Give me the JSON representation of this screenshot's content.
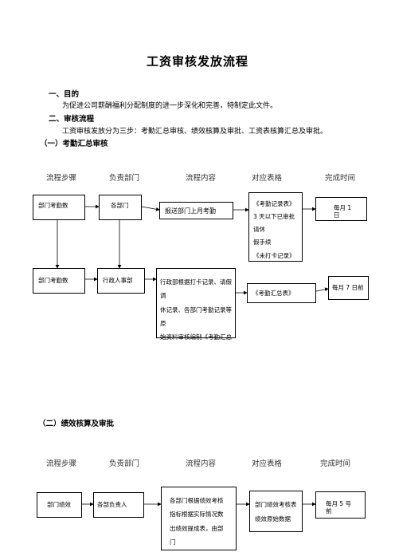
{
  "title": "工资审核发放流程",
  "sections": {
    "purpose_heading": "一、目的",
    "purpose_text": "为促进公司薪酬福利分配制度的进一步深化和完善，特制定此文件。",
    "process_heading": "二、审核流程",
    "process_text": "工资审核发放分为三步：考勤汇总审核、绩效核算及审批、工资表核算汇总及审批。",
    "sub1_heading": "（一）考勤汇总审核",
    "sub2_heading": "（二）绩效核算及审批"
  },
  "columns": [
    "流程步骤",
    "负责部门",
    "流程内容",
    "对应表格",
    "完成时间"
  ],
  "flow1": {
    "row1": {
      "step": "部门考勤数",
      "dept": "各部门",
      "content": "报送部门上月考勤",
      "forms": [
        "《考勤记录表》",
        "3 天以下已审批请休",
        "假手续",
        "《未打卡记录》"
      ],
      "time": "每月 1 日"
    },
    "row2": {
      "step": "部门考勤数",
      "dept": "行政人事部",
      "content": [
        "行政部根据打卡记录、请假调",
        "休记录、各部门考勤记录等原",
        "始资料审核编制《考勤汇总"
      ],
      "forms": "《考勤汇总表》",
      "time": "每月 7 日前"
    }
  },
  "flow2": {
    "row1": {
      "step": "部门绩效",
      "dept": "各部负责人",
      "content": [
        "各部门根据绩效考核",
        "指标根据实际情况数",
        "出绩效提成表，由部门"
      ],
      "forms": [
        "部门绩效考核表",
        "绩效原始数据"
      ],
      "time": "每月 5 号前"
    }
  }
}
